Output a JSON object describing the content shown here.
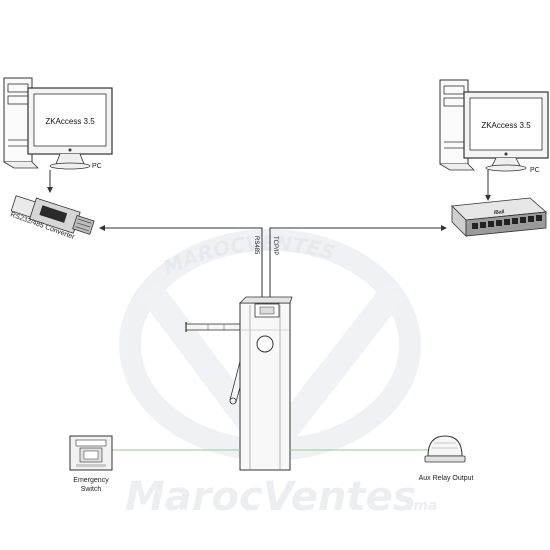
{
  "watermark": {
    "arc_text": "MAROCVENTES",
    "bottom_text": "MarocVentes",
    "suffix": ".ma"
  },
  "left_pc": {
    "screen_text": "ZKAccess 3.5",
    "label": "PC"
  },
  "right_pc": {
    "screen_text": "ZKAccess 3.5",
    "label": "PC"
  },
  "converter": {
    "label": "RS232/485 Converter"
  },
  "switch_device": {
    "brand": "iBall"
  },
  "links": {
    "rs485": "RS485",
    "tcpip": "TCP/IP"
  },
  "emergency": {
    "label_line1": "Emergency",
    "label_line2": "Switch"
  },
  "aux": {
    "label": "Aux Relay Output"
  },
  "colors": {
    "line": "#333333",
    "green_link": "#8fcf8f",
    "watermark": "#d6dbe4"
  }
}
